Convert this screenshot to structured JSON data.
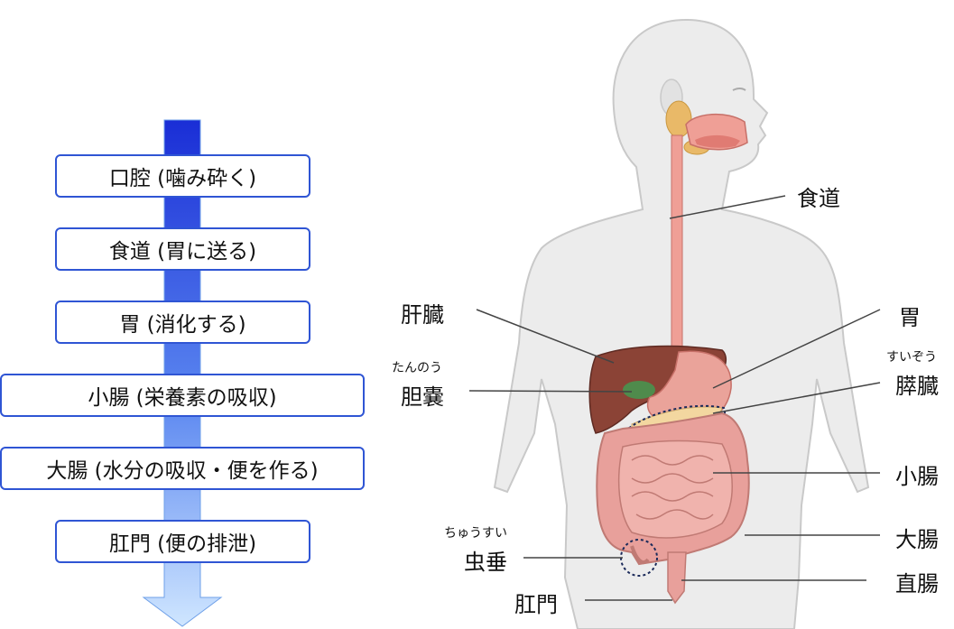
{
  "flow": {
    "steps": [
      {
        "label": "口腔 (噛み砕く)"
      },
      {
        "label": "食道 (胃に送る)"
      },
      {
        "label": "胃 (消化する)"
      },
      {
        "label": "小腸 (栄養素の吸収)"
      },
      {
        "label": "大腸 (水分の吸収・便を作る)"
      },
      {
        "label": "肛門 (便の排泄)"
      }
    ],
    "arrow_colors": {
      "top": "#1a2ed6",
      "bottom": "#cfe6ff"
    },
    "box_border_color": "#2f55d4"
  },
  "anatomy": {
    "labels": {
      "esophagus": "食道",
      "liver": "肝臓",
      "stomach": "胃",
      "gallbladder": "胆嚢",
      "gallbladder_reading": "たんのう",
      "pancreas": "膵臓",
      "pancreas_reading": "すいぞう",
      "small_intestine": "小腸",
      "large_intestine": "大腸",
      "appendix": "虫垂",
      "appendix_reading": "ちゅうすい",
      "rectum": "直腸",
      "anus": "肛門"
    },
    "colors": {
      "body": "#ececec",
      "outline": "#c9c9c9",
      "esophagus": "#ef9f96",
      "liver": "#8b4336",
      "stomach": "#eaa39a",
      "gallbladder": "#4f8b4c",
      "pancreas": "#f3d7a0",
      "intestine": "#e8a09b",
      "salivary": "#e9b968"
    }
  }
}
